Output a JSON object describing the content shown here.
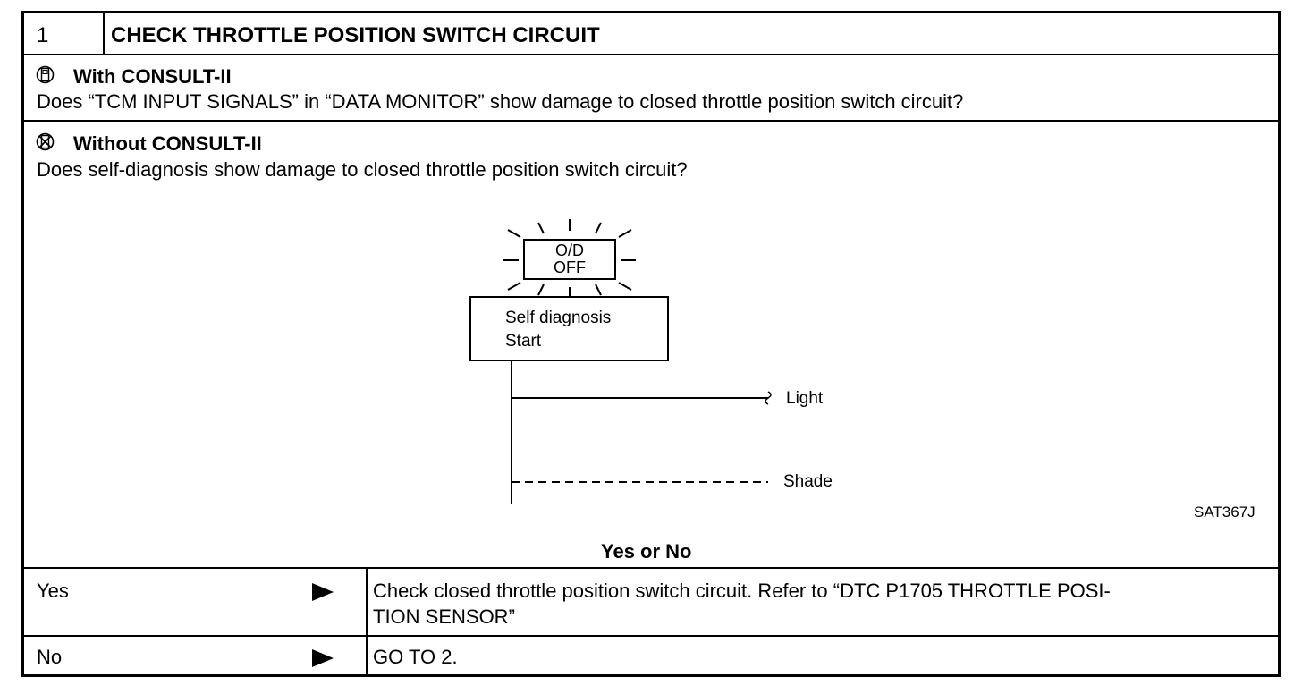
{
  "step": {
    "number": "1",
    "title": "CHECK THROTTLE POSITION SWITCH CIRCUIT"
  },
  "with_consult": {
    "heading": "With CONSULT-II",
    "question": "Does “TCM INPUT SIGNALS” in “DATA MONITOR” show damage to closed throttle position switch circuit?",
    "icon": "consult-device-icon"
  },
  "without_consult": {
    "heading": "Without CONSULT-II",
    "question": "Does self-diagnosis show damage to closed throttle position switch circuit?",
    "icon": "no-consult-icon"
  },
  "figure": {
    "lamp_line1": "O/D",
    "lamp_line2": "OFF",
    "box_line1": "Self diagnosis",
    "box_line2": "Start",
    "light_label": "Light",
    "shade_label": "Shade",
    "figure_id": "SAT367J"
  },
  "yes_or_no": "Yes or No",
  "answers": [
    {
      "label": "Yes",
      "action_line1": "Check closed throttle position switch circuit. Refer to “DTC P1705 THROTTLE POSI-",
      "action_line2": "TION SENSOR”"
    },
    {
      "label": "No",
      "action_line1": "GO TO 2.",
      "action_line2": ""
    }
  ]
}
